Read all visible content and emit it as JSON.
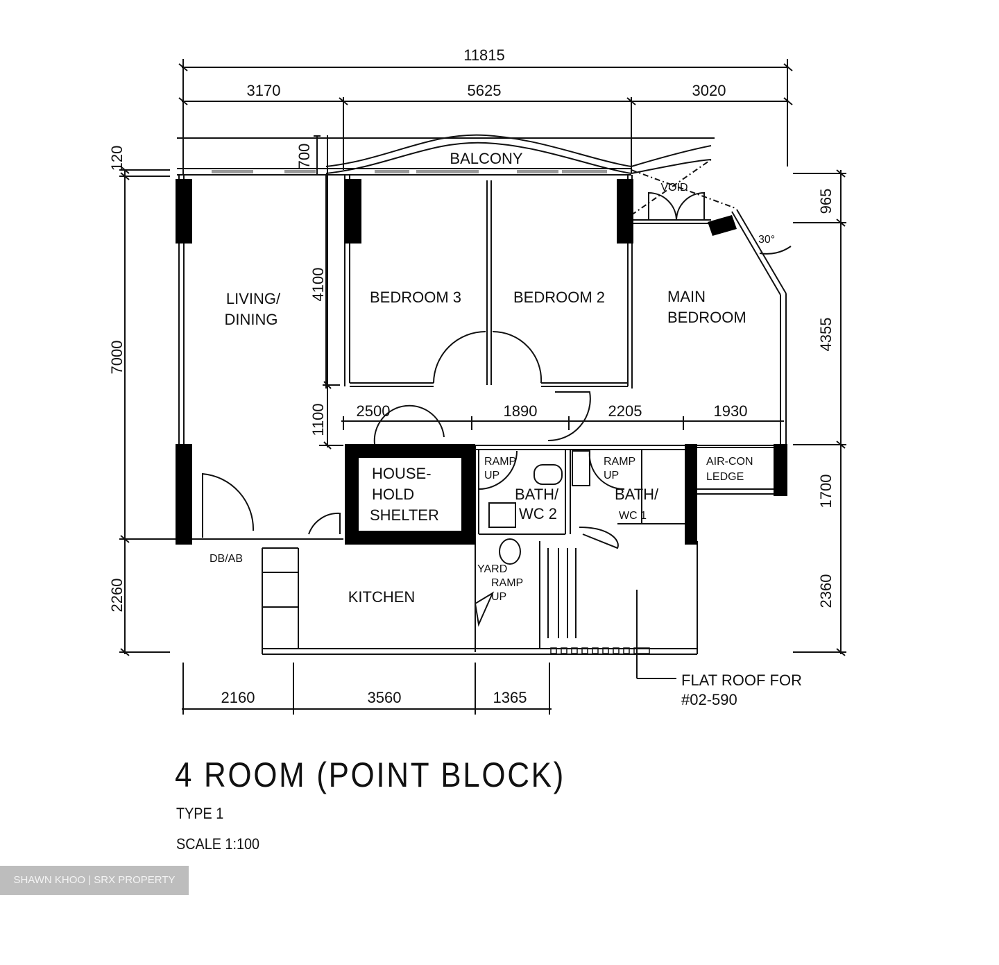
{
  "plan": {
    "title": "4 ROOM (POINT BLOCK)",
    "type_label": "TYPE 1",
    "scale_label": "SCALE 1:100",
    "watermark": "SHAWN KHOO | SRX PROPERTY"
  },
  "rooms": {
    "balcony": "BALCONY",
    "void": "VOID",
    "living_line1": "LIVING/",
    "living_line2": "DINING",
    "bedroom3": "BEDROOM 3",
    "bedroom2": "BEDROOM 2",
    "main_line1": "MAIN",
    "main_line2": "BEDROOM",
    "shelter_line1": "HOUSE-",
    "shelter_line2": "HOLD",
    "shelter_line3": "SHELTER",
    "aircon_line1": "AIR-CON",
    "aircon_line2": "LEDGE",
    "bath2_line1": "BATH/",
    "bath2_line2": "WC 2",
    "bath1_line1": "BATH/",
    "bath1_line2": "WC 1",
    "kitchen": "KITCHEN",
    "yard": "YARD",
    "db": "DB/AB",
    "ramp": "RAMP",
    "up": "UP",
    "angle": "30°",
    "flat_roof_line1": "FLAT ROOF FOR",
    "flat_roof_line2": "#02-590"
  },
  "dimensions": {
    "top_total": "11815",
    "top_segments": [
      "3170",
      "5625",
      "3020"
    ],
    "middle_segments": [
      "2500",
      "1890",
      "2205",
      "1930"
    ],
    "bottom_segments": [
      "2160",
      "3560",
      "1365"
    ],
    "left": [
      "120",
      "7000",
      "2260"
    ],
    "inner_left": [
      "700",
      "4100",
      "1100"
    ],
    "right": [
      "965",
      "4355",
      "1700",
      "2360"
    ]
  }
}
